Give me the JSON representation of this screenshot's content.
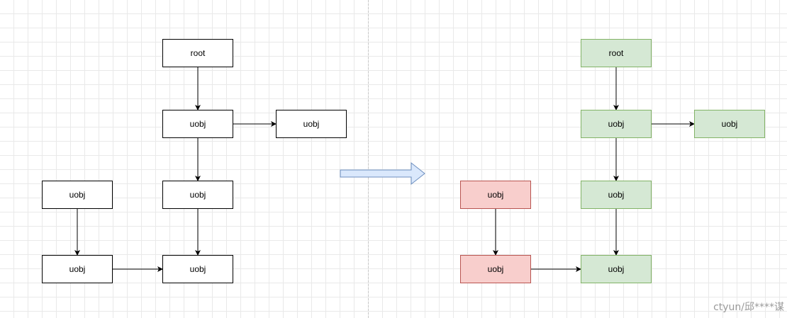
{
  "left": {
    "nodes": [
      {
        "id": "root",
        "label": "root"
      },
      {
        "id": "uobj-main",
        "label": "uobj"
      },
      {
        "id": "uobj-right",
        "label": "uobj"
      },
      {
        "id": "uobj-mid",
        "label": "uobj"
      },
      {
        "id": "uobj-bottom-right",
        "label": "uobj"
      },
      {
        "id": "uobj-top-left",
        "label": "uobj"
      },
      {
        "id": "uobj-bottom-left",
        "label": "uobj"
      }
    ]
  },
  "right": {
    "nodes": [
      {
        "id": "root",
        "label": "root",
        "status": "green"
      },
      {
        "id": "uobj-main",
        "label": "uobj",
        "status": "green"
      },
      {
        "id": "uobj-right",
        "label": "uobj",
        "status": "green"
      },
      {
        "id": "uobj-mid",
        "label": "uobj",
        "status": "green"
      },
      {
        "id": "uobj-bottom-right",
        "label": "uobj",
        "status": "green"
      },
      {
        "id": "uobj-top-left",
        "label": "uobj",
        "status": "red"
      },
      {
        "id": "uobj-bottom-left",
        "label": "uobj",
        "status": "red"
      }
    ]
  },
  "edges": [
    {
      "from": "root",
      "to": "uobj-main"
    },
    {
      "from": "uobj-main",
      "to": "uobj-right"
    },
    {
      "from": "uobj-main",
      "to": "uobj-mid"
    },
    {
      "from": "uobj-mid",
      "to": "uobj-bottom-right"
    },
    {
      "from": "uobj-top-left",
      "to": "uobj-bottom-left"
    },
    {
      "from": "uobj-bottom-left",
      "to": "uobj-bottom-right"
    }
  ],
  "colors": {
    "green_fill": "#d5e8d4",
    "green_stroke": "#82b366",
    "red_fill": "#f8cecc",
    "red_stroke": "#b85450",
    "arrow_fill": "#dae8fc",
    "arrow_stroke": "#6c8ebf"
  },
  "watermark": "ctyun/邱****谋"
}
